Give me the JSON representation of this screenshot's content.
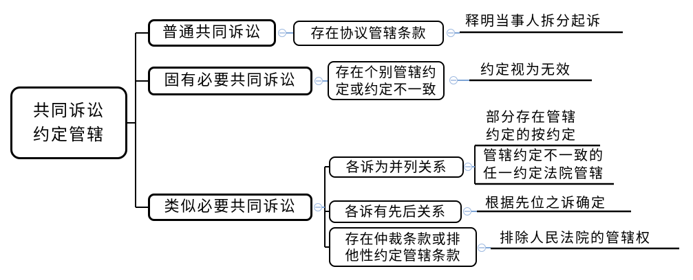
{
  "mindmap": {
    "root": {
      "label": "共同诉讼\n约定管辖"
    },
    "branches": [
      {
        "label": "普通共同诉讼",
        "children": [
          {
            "label": "存在协议管辖条款",
            "children": [
              {
                "label": "释明当事人拆分起诉"
              }
            ]
          }
        ]
      },
      {
        "label": "固有必要共同诉讼",
        "children": [
          {
            "label": "存在个别管辖约\n定或约定不一致",
            "children": [
              {
                "label": "约定视为无效"
              }
            ]
          }
        ]
      },
      {
        "label": "类似必要共同诉讼",
        "children": [
          {
            "label": "各诉为并列关系",
            "children": [
              {
                "label": "部分存在管辖\n约定的按约定"
              },
              {
                "label": "管辖约定不一致的\n任一约定法院管辖"
              }
            ]
          },
          {
            "label": "各诉有先后关系",
            "children": [
              {
                "label": "根据先位之诉确定"
              }
            ]
          },
          {
            "label": "存在仲裁条款或排\n他性约定管辖条款",
            "children": [
              {
                "label": "排除人民法院的管辖权"
              }
            ]
          }
        ]
      }
    ]
  },
  "icons": {
    "collapse_toggle": "minus-circle-icon"
  },
  "colors": {
    "background": "#ffffff",
    "line": "#000000",
    "text": "#000000",
    "toggle_border": "#9db9e0",
    "connector_accent": "#7da4d6"
  }
}
